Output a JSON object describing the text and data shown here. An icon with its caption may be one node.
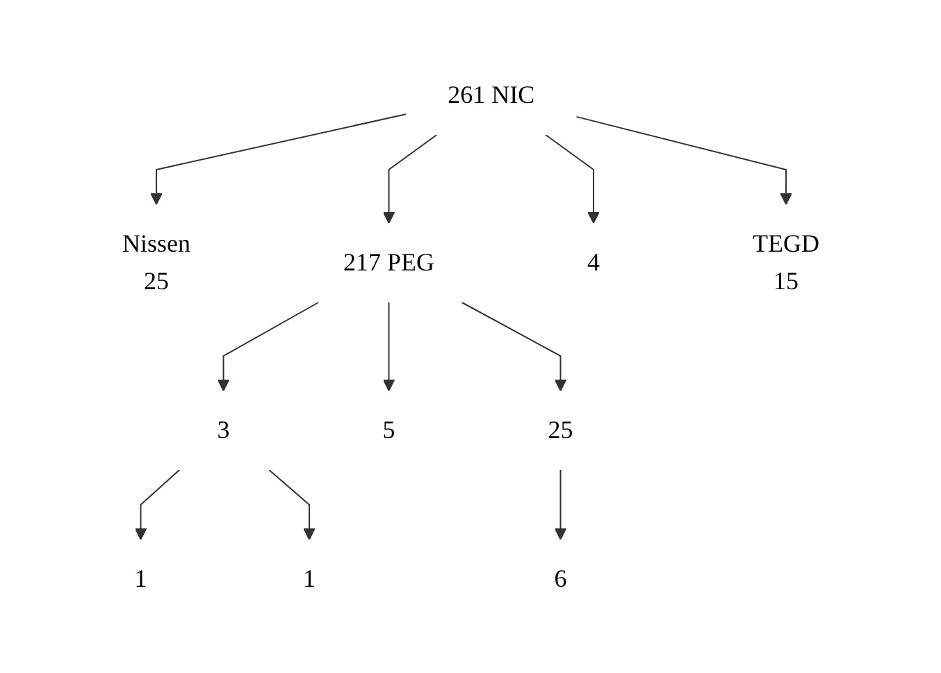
{
  "diagram": {
    "nodes": [
      {
        "text": [
          "261 NIC"
        ]
      },
      {
        "text": [
          "Nissen",
          "25"
        ]
      },
      {
        "text": [
          "217 PEG"
        ]
      },
      {
        "text": [
          "4"
        ]
      },
      {
        "text": [
          "TEGD",
          "15"
        ]
      },
      {
        "text": [
          "3"
        ]
      },
      {
        "text": [
          "1"
        ]
      },
      {
        "text": [
          "5"
        ]
      },
      {
        "text": [
          "25"
        ]
      },
      {
        "text": [
          "1"
        ]
      },
      {
        "text": [
          "6"
        ]
      }
    ],
    "edges": [
      {
        "from": 0,
        "to": 1,
        "arrow": "to"
      },
      {
        "from": 0,
        "to": 2,
        "arrow": "to"
      },
      {
        "from": 0,
        "to": 3,
        "arrow": "to"
      },
      {
        "from": 0,
        "to": 4,
        "arrow": "to"
      },
      {
        "from": 2,
        "to": 5,
        "arrow": "to"
      },
      {
        "from": 5,
        "to": 6,
        "arrow": "to"
      },
      {
        "from": 2,
        "to": 7,
        "arrow": "to"
      },
      {
        "from": 2,
        "to": 8,
        "arrow": "to"
      },
      {
        "from": 5,
        "to": 9,
        "arrow": "to"
      },
      {
        "from": 8,
        "to": 10,
        "arrow": "to"
      }
    ]
  }
}
